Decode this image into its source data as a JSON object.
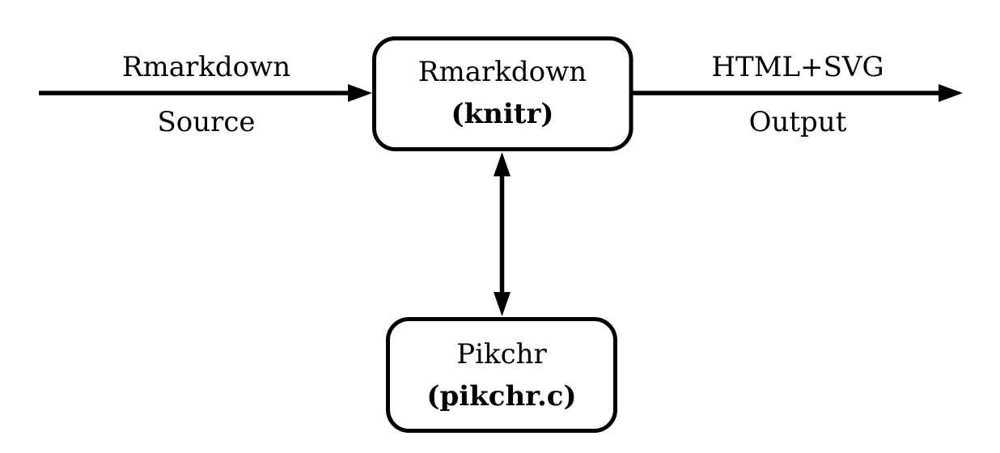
{
  "diagram": {
    "type": "flowchart",
    "colors": {
      "background": "#ffffff",
      "stroke": "#000000",
      "node_fill": "#ffffff",
      "text": "#000000"
    },
    "nodes": {
      "knitr": {
        "title": "Rmarkdown",
        "subtitle": "(knitr)",
        "shape": "rounded-rect"
      },
      "pikchr": {
        "title": "Pikchr",
        "subtitle": "(pikchr.c)",
        "shape": "rounded-rect"
      }
    },
    "arrows": {
      "input": {
        "label_top": "Rmarkdown",
        "label_bottom": "Source",
        "direction": "right",
        "from": "outside-left",
        "to": "knitr"
      },
      "output": {
        "label_top": "HTML+SVG",
        "label_bottom": "Output",
        "direction": "right",
        "from": "knitr",
        "to": "outside-right"
      },
      "link": {
        "label_top": "",
        "label_bottom": "",
        "direction": "both",
        "from": "knitr",
        "to": "pikchr"
      }
    }
  }
}
